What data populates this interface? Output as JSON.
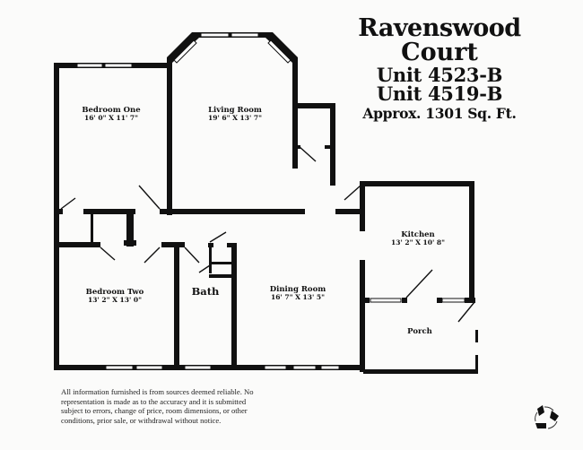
{
  "title": {
    "name": "Ravenswood",
    "line2": "Court",
    "units": [
      "Unit 4523-B",
      "Unit 4519-B"
    ],
    "area": "Approx. 1301 Sq. Ft."
  },
  "rooms": [
    {
      "name": "Bedroom One",
      "dimensions": "16' 0\" X 11' 7\""
    },
    {
      "name": "Living Room",
      "dimensions": "19' 6\" X 13' 7\""
    },
    {
      "name": "Kitchen",
      "dimensions": "13' 2\" X 10' 8\""
    },
    {
      "name": "Bedroom Two",
      "dimensions": "13' 2\" X 13' 0\""
    },
    {
      "name": "Bath",
      "dimensions": ""
    },
    {
      "name": "Dining Room",
      "dimensions": "16' 7\" X 13' 5\""
    },
    {
      "name": "Porch",
      "dimensions": ""
    }
  ],
  "disclaimer": "All information furnished is from sources deemed reliable. No representation is made as to the accuracy and it is submitted subject to errors, change of price, room dimensions, or other conditions, prior sale, or withdrawal without notice.",
  "icons": {
    "footer_logo": "recycle-icon"
  },
  "colors": {
    "wall": "#111111",
    "paper": "#fbfbfa",
    "window": "#ffffff"
  }
}
